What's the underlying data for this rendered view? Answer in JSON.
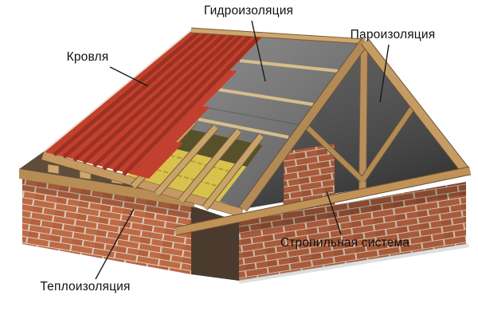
{
  "figure": {
    "name": "roof-construction-diagram",
    "labels": {
      "roofing": "Кровля",
      "waterproofing": "Гидроизоляция",
      "vapor_barrier": "Пароизоляция",
      "rafter_system": "Стропильная система",
      "insulation": "Теплоизоляция"
    }
  },
  "colors": {
    "roofing_red": "#c2402e",
    "roofing_red_dark": "#9c3122",
    "membrane_gray": "#757575",
    "insulation_yellow": "#d9c14e",
    "insulation_olive": "#56512b",
    "vapor_dark": "#4a4a4a",
    "wood": "#c49a62",
    "brick": "#bd6a45",
    "label_text": "#111111"
  }
}
